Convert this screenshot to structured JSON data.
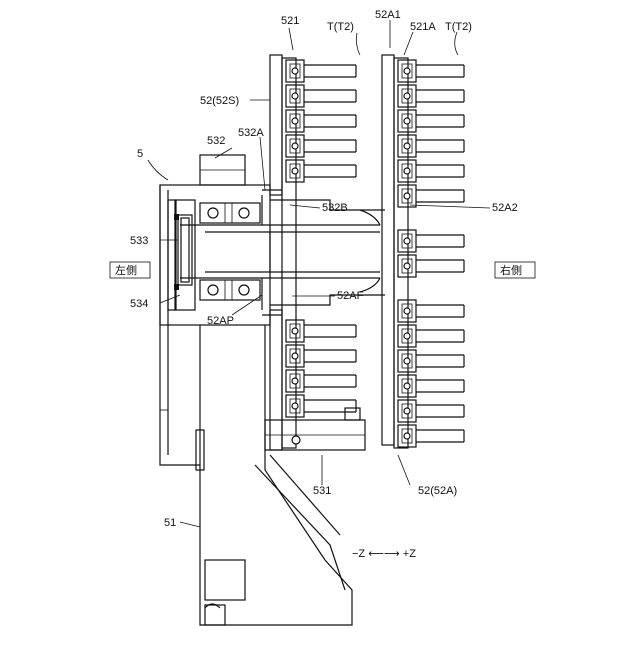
{
  "labels": {
    "l521": "521",
    "lT_left": "T(T2)",
    "l52A1": "52A1",
    "l521A": "521A",
    "lT_right": "T(T2)",
    "l5": "5",
    "l52S": "52(52S)",
    "l532A": "532A",
    "l532": "532",
    "l532B": "532B",
    "l52A2": "52A2",
    "l533": "533",
    "left_side": "左側",
    "right_side": "右側",
    "l534": "534",
    "l52AF": "52AF",
    "l52AP": "52AP",
    "l531": "531",
    "l52A": "52(52A)",
    "l51": "51",
    "axis": "−Z ⟵⟶ +Z"
  }
}
